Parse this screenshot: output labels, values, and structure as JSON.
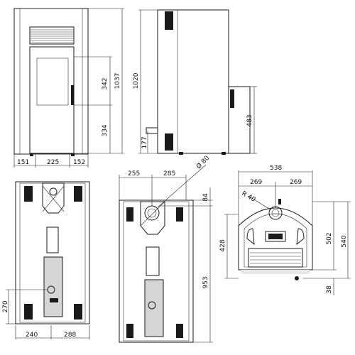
{
  "front_view": {
    "height_total": "1037",
    "height_upper": "342",
    "height_lower": "334",
    "width_left": "151",
    "width_mid": "225",
    "width_right": "152"
  },
  "side_view": {
    "height_inner": "1020",
    "height_pipe": "177",
    "height_right": "483"
  },
  "back_view": {
    "height_outlet": "270",
    "width_left": "240",
    "width_right": "288"
  },
  "back_detail_view": {
    "width_left": "255",
    "width_right": "285",
    "diameter": "Ø 80",
    "top_offset": "84",
    "height_main": "953"
  },
  "top_view": {
    "width_total": "538",
    "width_left": "269",
    "width_right": "269",
    "radius": "R 40",
    "depth_left": "428",
    "depth_inner": "502",
    "depth_total": "540",
    "foot": "38"
  }
}
